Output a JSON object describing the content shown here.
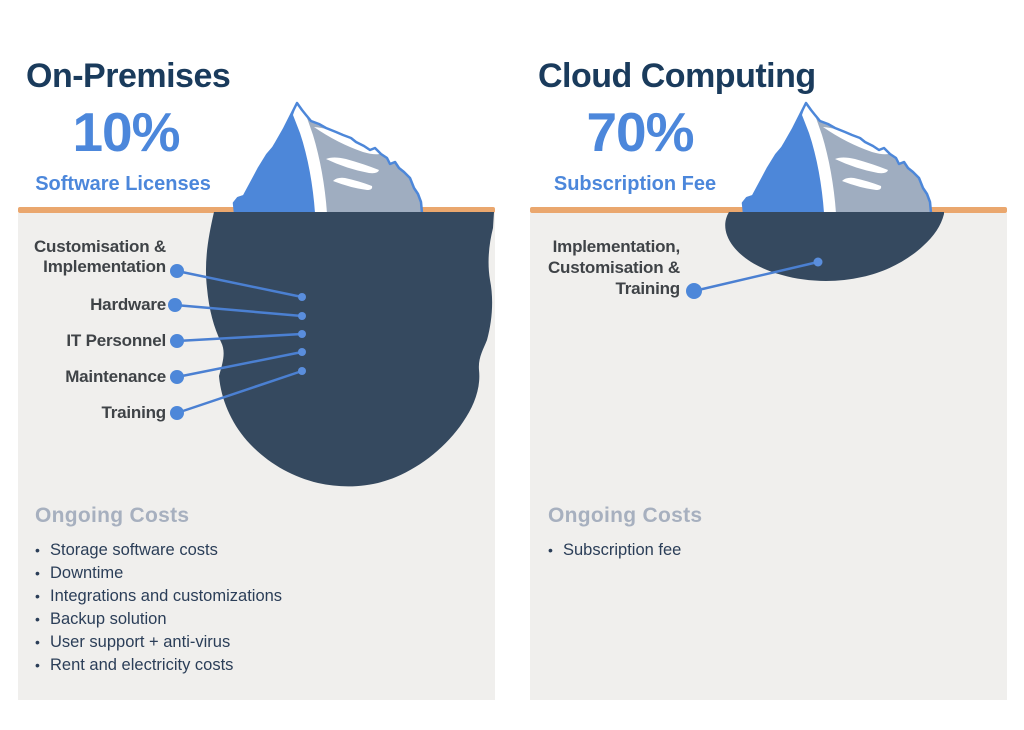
{
  "left": {
    "title": "On-Premises",
    "percent": "10%",
    "percent_label": "Software Licenses",
    "labels": [
      {
        "lines": [
          "Customisation &",
          "Implementation"
        ]
      },
      {
        "lines": [
          "Hardware"
        ]
      },
      {
        "lines": [
          "IT Personnel"
        ]
      },
      {
        "lines": [
          "Maintenance"
        ]
      },
      {
        "lines": [
          "Training"
        ]
      }
    ],
    "ongoing": {
      "title": "Ongoing Costs",
      "items": [
        "Storage software costs",
        "Downtime",
        "Integrations and customizations",
        "Backup solution",
        "User support + anti-virus",
        "Rent and electricity costs"
      ]
    }
  },
  "right": {
    "title": "Cloud Computing",
    "percent": "70%",
    "percent_label": "Subscription Fee",
    "labels": [
      {
        "lines": [
          "Implementation,",
          "Customisation &",
          "Training"
        ]
      }
    ],
    "ongoing": {
      "title": "Ongoing Costs",
      "items": [
        "Subscription fee"
      ]
    }
  },
  "colors": {
    "title_navy": "#1a3b5c",
    "accent_blue": "#4c87db",
    "iceberg_blue": "#4d87d9",
    "iceberg_gray": "#9fadc0",
    "submerged_navy": "#35495f",
    "waterline_orange": "#eaa76e",
    "panel_gray": "#f0efed",
    "label_gray": "#3f4347",
    "muted_header_gray": "#a7b0bf",
    "list_navy": "#2b3e58",
    "connector_blue": "#4b80d2"
  }
}
